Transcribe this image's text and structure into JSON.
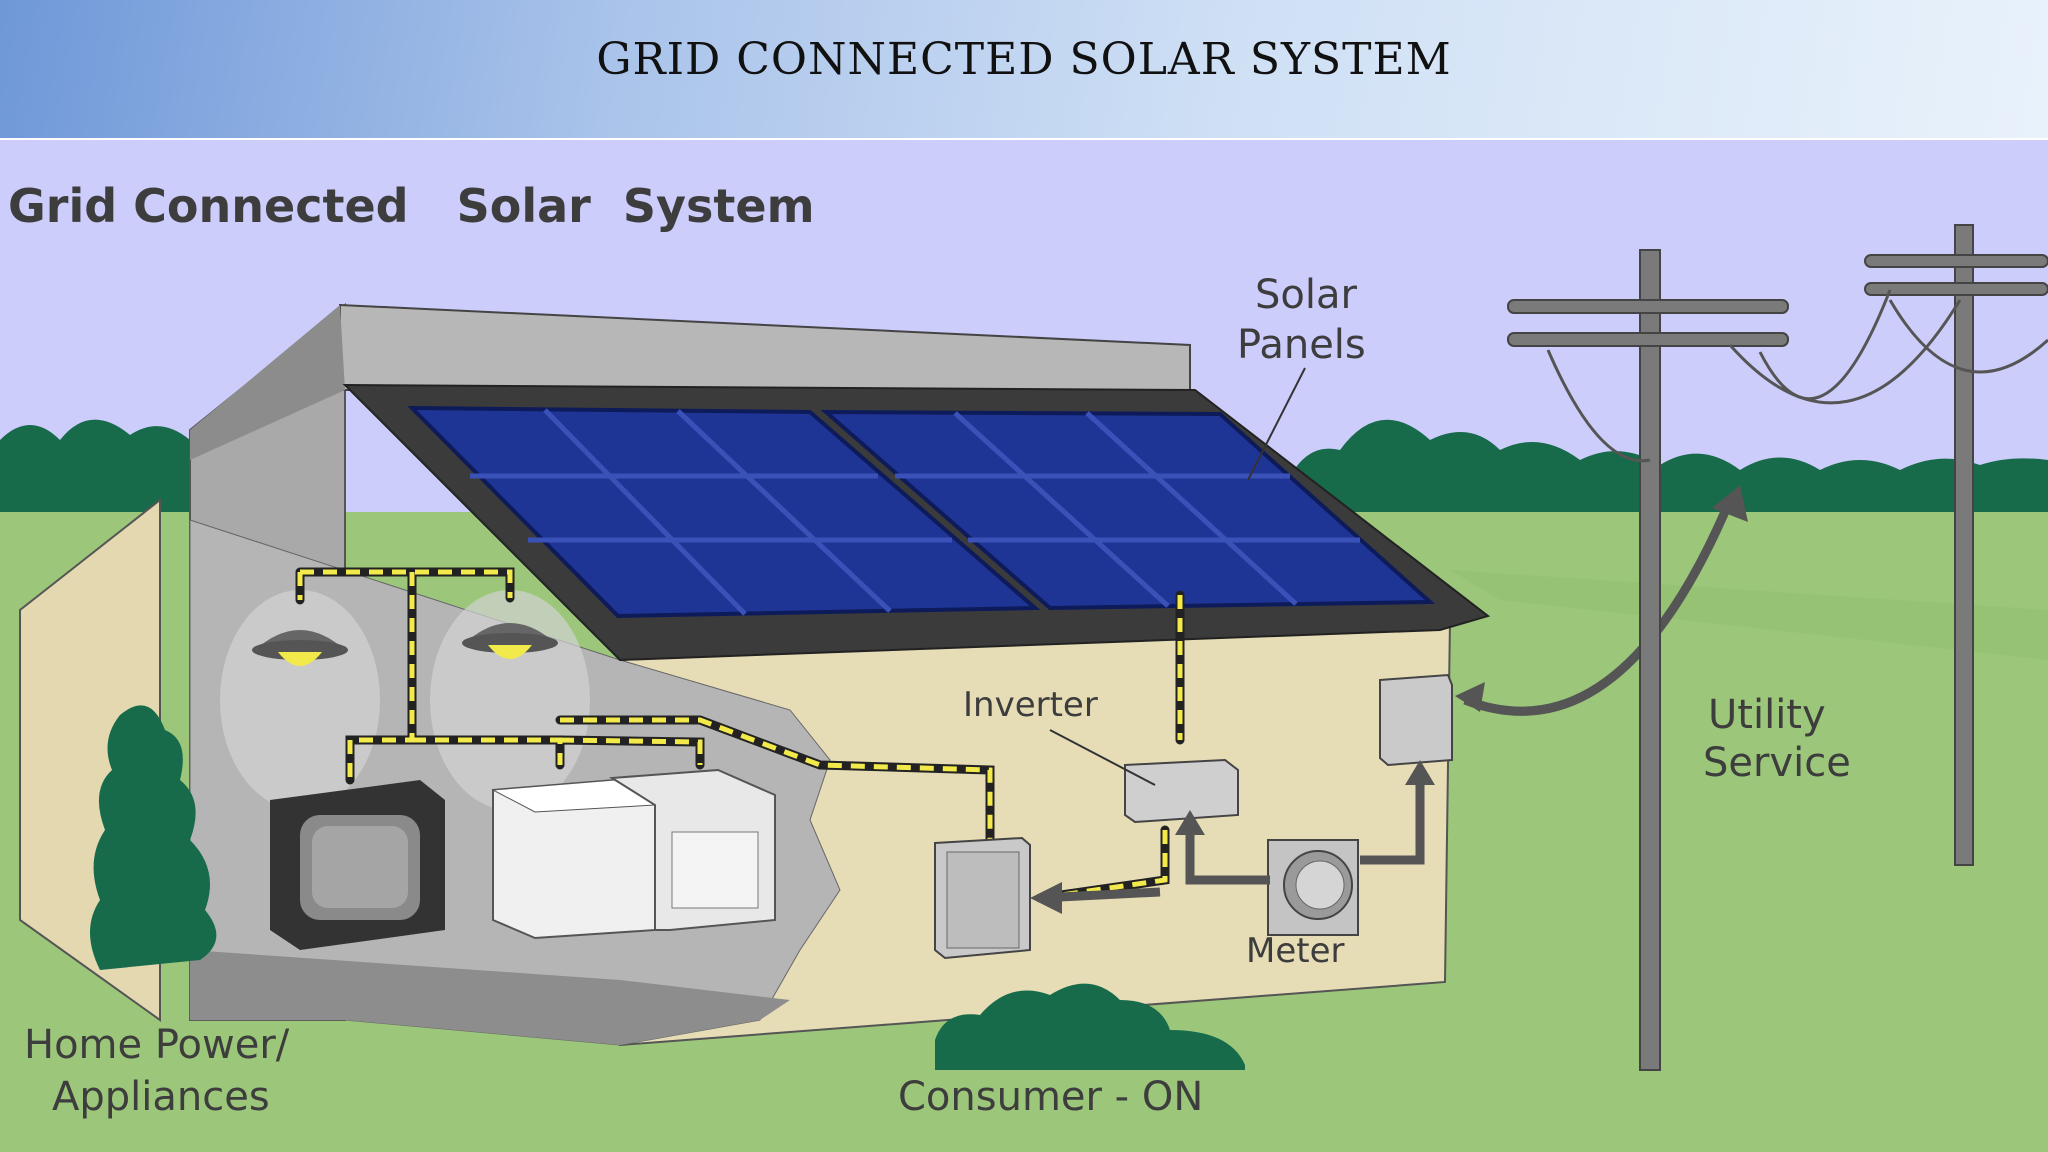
{
  "slide": {
    "title": "GRID CONNECTED SOLAR SYSTEM"
  },
  "diagram": {
    "heading": "Grid Connected   Solar  System",
    "labels": {
      "solar_panels_line1": "Solar",
      "solar_panels_line2": "Panels",
      "inverter": "Inverter",
      "meter": "Meter",
      "utility_line1": "Utility",
      "utility_line2": "Service",
      "home_line1": "Home Power/",
      "home_line2": "Appliances",
      "consumer": "Consumer - ON"
    }
  },
  "colors": {
    "sky": "#cccdfb",
    "grass": "#9cc77a",
    "trees": "#176a4a",
    "panel": "#1f3596",
    "wall": "#e6dcb6",
    "wire": "#f2ea4a"
  }
}
